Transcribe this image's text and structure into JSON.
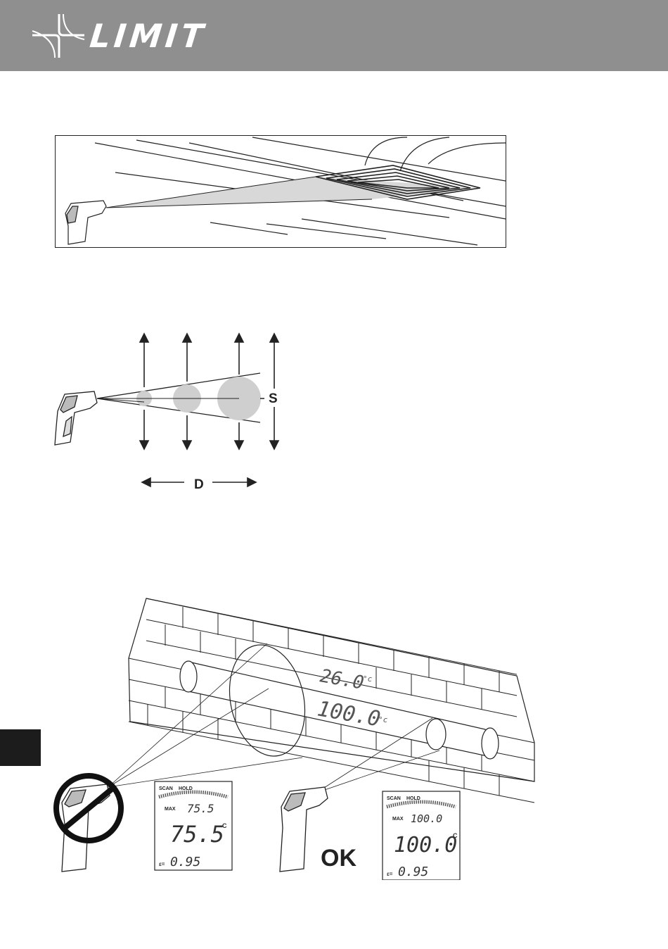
{
  "header": {
    "brand": "LIMIT",
    "background": "#8f8f8f"
  },
  "diagram_spot": {
    "distance_label": "D",
    "spot_label": "S"
  },
  "diagram_wall": {
    "wall_readings": {
      "upper": "26.0",
      "lower": "100.0",
      "unit": "°c"
    },
    "bad_display": {
      "mode": "SCAN",
      "hold": "HOLD",
      "max_label": "MAX",
      "max_value": "75.5",
      "main_value": "75.5",
      "unit": "C",
      "emissivity_label": "ε=",
      "emissivity_value": "0.95"
    },
    "ok_label": "OK",
    "ok_display": {
      "mode": "SCAN",
      "hold": "HOLD",
      "max_label": "MAX",
      "max_value": "100.0",
      "main_value": "100.0",
      "unit": "C",
      "emissivity_label": "ε=",
      "emissivity_value": "0.95"
    }
  }
}
